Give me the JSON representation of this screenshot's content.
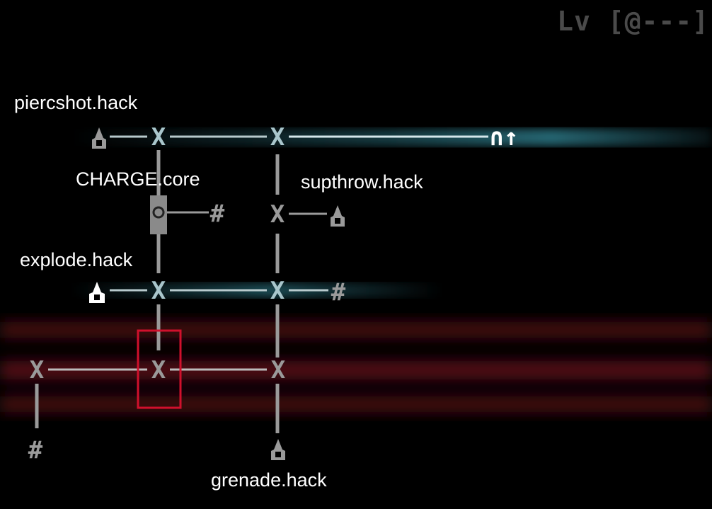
{
  "level": "Lv [@---]",
  "labels": {
    "piercshot": "piercshot.hack",
    "charge": "CHARGE.core",
    "supthrow": "supthrow.hack",
    "explode": "explode.hack",
    "grenade": "grenade.hack"
  },
  "glyphs": {
    "x": "X",
    "hash": "#",
    "end": "∩↑"
  },
  "colors": {
    "cyan_glow": "#3fa9bd",
    "red_glow": "#8a0f28",
    "selection": "#d0102c",
    "node": "#9a9a9a"
  }
}
